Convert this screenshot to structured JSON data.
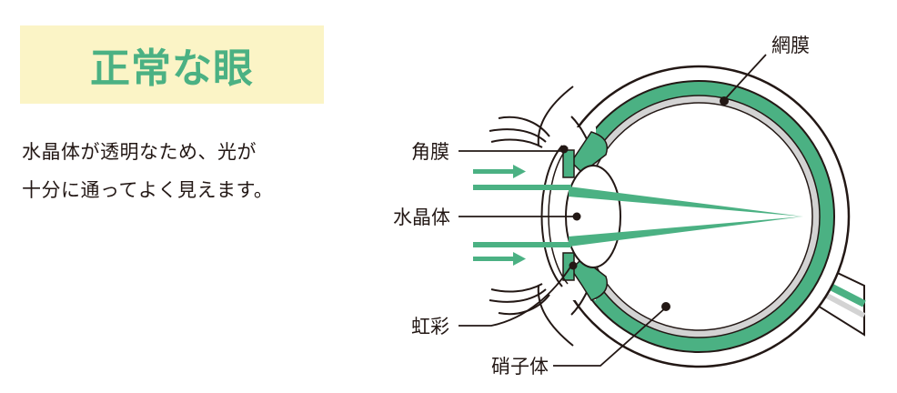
{
  "title": "正常な眼",
  "description": {
    "line1": "水晶体が透明なため、光が",
    "line2": "十分に通ってよく見えます。"
  },
  "labels": {
    "retina": "網膜",
    "cornea": "角膜",
    "lens": "水晶体",
    "iris": "虹彩",
    "vitreous": "硝子体"
  },
  "colors": {
    "accent_green": "#4bb183",
    "title_background": "#fbf4c6",
    "outline": "#231815",
    "gray_layer": "#d3d3d3"
  }
}
